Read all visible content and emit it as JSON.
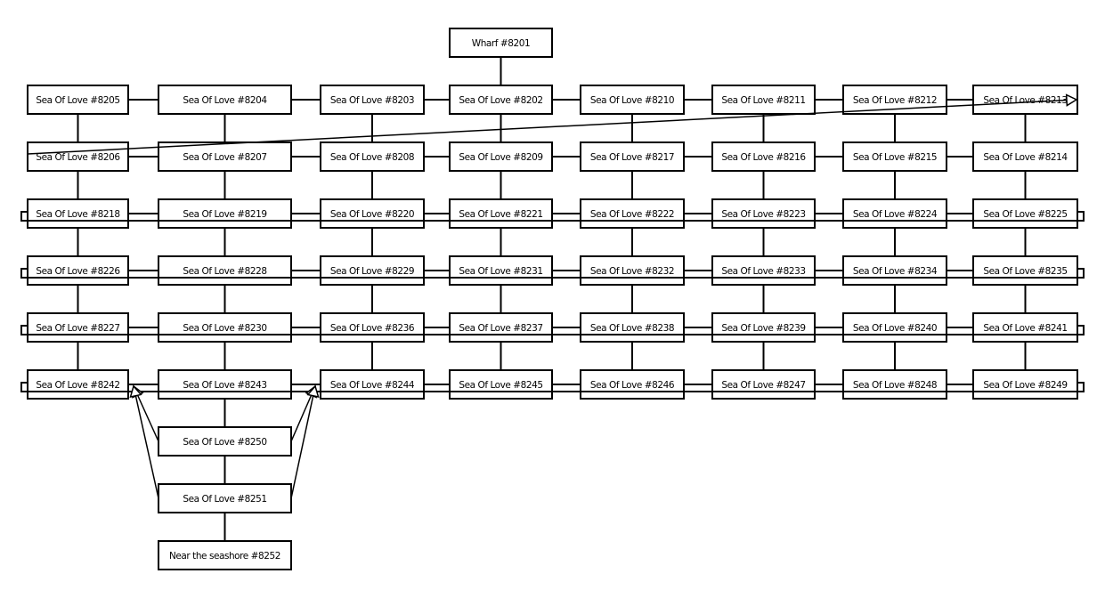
{
  "diagram": {
    "type": "node-graph",
    "nodes": [
      {
        "id": "8201",
        "label": "Wharf #8201",
        "col": 4,
        "row": 0
      },
      {
        "id": "8205",
        "label": "Sea Of Love #8205",
        "col": 1,
        "row": 1
      },
      {
        "id": "8204",
        "label": "Sea Of Love #8204",
        "col": 2,
        "row": 1
      },
      {
        "id": "8203",
        "label": "Sea Of Love #8203",
        "col": 3,
        "row": 1
      },
      {
        "id": "8202",
        "label": "Sea Of Love #8202",
        "col": 4,
        "row": 1
      },
      {
        "id": "8210",
        "label": "Sea Of Love #8210",
        "col": 5,
        "row": 1
      },
      {
        "id": "8211",
        "label": "Sea Of Love #8211",
        "col": 6,
        "row": 1
      },
      {
        "id": "8212",
        "label": "Sea Of Love #8212",
        "col": 7,
        "row": 1
      },
      {
        "id": "8213",
        "label": "Sea Of Love #8213",
        "col": 8,
        "row": 1
      },
      {
        "id": "8206",
        "label": "Sea Of Love #8206",
        "col": 1,
        "row": 2
      },
      {
        "id": "8207",
        "label": "Sea Of Love #8207",
        "col": 2,
        "row": 2
      },
      {
        "id": "8208",
        "label": "Sea Of Love #8208",
        "col": 3,
        "row": 2
      },
      {
        "id": "8209",
        "label": "Sea Of Love #8209",
        "col": 4,
        "row": 2
      },
      {
        "id": "8217",
        "label": "Sea Of Love #8217",
        "col": 5,
        "row": 2
      },
      {
        "id": "8216",
        "label": "Sea Of Love #8216",
        "col": 6,
        "row": 2
      },
      {
        "id": "8215",
        "label": "Sea Of Love #8215",
        "col": 7,
        "row": 2
      },
      {
        "id": "8214",
        "label": "Sea Of Love #8214",
        "col": 8,
        "row": 2
      },
      {
        "id": "8218",
        "label": "Sea Of Love #8218",
        "col": 1,
        "row": 3
      },
      {
        "id": "8219",
        "label": "Sea Of Love #8219",
        "col": 2,
        "row": 3
      },
      {
        "id": "8220",
        "label": "Sea Of Love #8220",
        "col": 3,
        "row": 3
      },
      {
        "id": "8221",
        "label": "Sea Of Love #8221",
        "col": 4,
        "row": 3
      },
      {
        "id": "8222",
        "label": "Sea Of Love #8222",
        "col": 5,
        "row": 3
      },
      {
        "id": "8223",
        "label": "Sea Of Love #8223",
        "col": 6,
        "row": 3
      },
      {
        "id": "8224",
        "label": "Sea Of Love #8224",
        "col": 7,
        "row": 3
      },
      {
        "id": "8225",
        "label": "Sea Of Love #8225",
        "col": 8,
        "row": 3
      },
      {
        "id": "8226",
        "label": "Sea Of Love #8226",
        "col": 1,
        "row": 4
      },
      {
        "id": "8228",
        "label": "Sea Of Love #8228",
        "col": 2,
        "row": 4
      },
      {
        "id": "8229",
        "label": "Sea Of Love #8229",
        "col": 3,
        "row": 4
      },
      {
        "id": "8231",
        "label": "Sea Of Love #8231",
        "col": 4,
        "row": 4
      },
      {
        "id": "8232",
        "label": "Sea Of Love #8232",
        "col": 5,
        "row": 4
      },
      {
        "id": "8233",
        "label": "Sea Of Love #8233",
        "col": 6,
        "row": 4
      },
      {
        "id": "8234",
        "label": "Sea Of Love #8234",
        "col": 7,
        "row": 4
      },
      {
        "id": "8235",
        "label": "Sea Of Love #8235",
        "col": 8,
        "row": 4
      },
      {
        "id": "8227",
        "label": "Sea Of Love #8227",
        "col": 1,
        "row": 5
      },
      {
        "id": "8230",
        "label": "Sea Of Love #8230",
        "col": 2,
        "row": 5
      },
      {
        "id": "8236",
        "label": "Sea Of Love #8236",
        "col": 3,
        "row": 5
      },
      {
        "id": "8237",
        "label": "Sea Of Love #8237",
        "col": 4,
        "row": 5
      },
      {
        "id": "8238",
        "label": "Sea Of Love #8238",
        "col": 5,
        "row": 5
      },
      {
        "id": "8239",
        "label": "Sea Of Love #8239",
        "col": 6,
        "row": 5
      },
      {
        "id": "8240",
        "label": "Sea Of Love #8240",
        "col": 7,
        "row": 5
      },
      {
        "id": "8241",
        "label": "Sea Of Love #8241",
        "col": 8,
        "row": 5
      },
      {
        "id": "8242",
        "label": "Sea Of Love #8242",
        "col": 1,
        "row": 6
      },
      {
        "id": "8243",
        "label": "Sea Of Love #8243",
        "col": 2,
        "row": 6
      },
      {
        "id": "8244",
        "label": "Sea Of Love #8244",
        "col": 3,
        "row": 6
      },
      {
        "id": "8245",
        "label": "Sea Of Love #8245",
        "col": 4,
        "row": 6
      },
      {
        "id": "8246",
        "label": "Sea Of Love #8246",
        "col": 5,
        "row": 6
      },
      {
        "id": "8247",
        "label": "Sea Of Love #8247",
        "col": 6,
        "row": 6
      },
      {
        "id": "8248",
        "label": "Sea Of Love #8248",
        "col": 7,
        "row": 6
      },
      {
        "id": "8249",
        "label": "Sea Of Love #8249",
        "col": 8,
        "row": 6
      },
      {
        "id": "8250",
        "label": "Sea Of Love #8250",
        "col": 2,
        "row": 7
      },
      {
        "id": "8251",
        "label": "Sea Of Love #8251",
        "col": 2,
        "row": 8
      },
      {
        "id": "8252",
        "label": "Near the seashore #8252",
        "col": 2,
        "row": 9
      }
    ],
    "edges": [
      [
        "8201",
        "8202"
      ],
      [
        "8205",
        "8204"
      ],
      [
        "8204",
        "8203"
      ],
      [
        "8203",
        "8202"
      ],
      [
        "8202",
        "8210"
      ],
      [
        "8210",
        "8211"
      ],
      [
        "8211",
        "8212"
      ],
      [
        "8212",
        "8213"
      ],
      [
        "8206",
        "8207"
      ],
      [
        "8207",
        "8208"
      ],
      [
        "8208",
        "8209"
      ],
      [
        "8209",
        "8217"
      ],
      [
        "8217",
        "8216"
      ],
      [
        "8216",
        "8215"
      ],
      [
        "8215",
        "8214"
      ],
      [
        "8218",
        "8219"
      ],
      [
        "8219",
        "8220"
      ],
      [
        "8220",
        "8221"
      ],
      [
        "8221",
        "8222"
      ],
      [
        "8222",
        "8223"
      ],
      [
        "8223",
        "8224"
      ],
      [
        "8224",
        "8225"
      ],
      [
        "8226",
        "8228"
      ],
      [
        "8228",
        "8229"
      ],
      [
        "8229",
        "8231"
      ],
      [
        "8231",
        "8232"
      ],
      [
        "8232",
        "8233"
      ],
      [
        "8233",
        "8234"
      ],
      [
        "8234",
        "8235"
      ],
      [
        "8227",
        "8230"
      ],
      [
        "8230",
        "8236"
      ],
      [
        "8236",
        "8237"
      ],
      [
        "8237",
        "8238"
      ],
      [
        "8238",
        "8239"
      ],
      [
        "8239",
        "8240"
      ],
      [
        "8240",
        "8241"
      ],
      [
        "8242",
        "8243"
      ],
      [
        "8243",
        "8244"
      ],
      [
        "8244",
        "8245"
      ],
      [
        "8245",
        "8246"
      ],
      [
        "8246",
        "8247"
      ],
      [
        "8247",
        "8248"
      ],
      [
        "8248",
        "8249"
      ],
      [
        "8205",
        "8206"
      ],
      [
        "8206",
        "8218"
      ],
      [
        "8218",
        "8226"
      ],
      [
        "8226",
        "8227"
      ],
      [
        "8227",
        "8242"
      ],
      [
        "8204",
        "8207"
      ],
      [
        "8207",
        "8219"
      ],
      [
        "8219",
        "8228"
      ],
      [
        "8228",
        "8230"
      ],
      [
        "8230",
        "8243"
      ],
      [
        "8243",
        "8250"
      ],
      [
        "8250",
        "8251"
      ],
      [
        "8251",
        "8252"
      ],
      [
        "8203",
        "8208"
      ],
      [
        "8208",
        "8220"
      ],
      [
        "8220",
        "8229"
      ],
      [
        "8229",
        "8236"
      ],
      [
        "8236",
        "8244"
      ],
      [
        "8202",
        "8209"
      ],
      [
        "8209",
        "8221"
      ],
      [
        "8221",
        "8231"
      ],
      [
        "8231",
        "8237"
      ],
      [
        "8237",
        "8245"
      ],
      [
        "8210",
        "8217"
      ],
      [
        "8217",
        "8222"
      ],
      [
        "8222",
        "8232"
      ],
      [
        "8232",
        "8238"
      ],
      [
        "8238",
        "8246"
      ],
      [
        "8211",
        "8216"
      ],
      [
        "8216",
        "8223"
      ],
      [
        "8223",
        "8233"
      ],
      [
        "8233",
        "8239"
      ],
      [
        "8239",
        "8247"
      ],
      [
        "8212",
        "8215"
      ],
      [
        "8215",
        "8224"
      ],
      [
        "8224",
        "8234"
      ],
      [
        "8234",
        "8240"
      ],
      [
        "8240",
        "8248"
      ],
      [
        "8213",
        "8214"
      ],
      [
        "8214",
        "8225"
      ],
      [
        "8225",
        "8235"
      ],
      [
        "8235",
        "8241"
      ],
      [
        "8241",
        "8249"
      ]
    ],
    "bypass_rows": [
      3,
      4,
      5,
      6
    ],
    "arrows": [
      {
        "from": "8206",
        "to": "8213"
      },
      {
        "from": "8250",
        "to": "8242"
      },
      {
        "from": "8251",
        "to": "8242"
      },
      {
        "from": "8250",
        "to": "8244"
      },
      {
        "from": "8251",
        "to": "8244"
      }
    ]
  }
}
